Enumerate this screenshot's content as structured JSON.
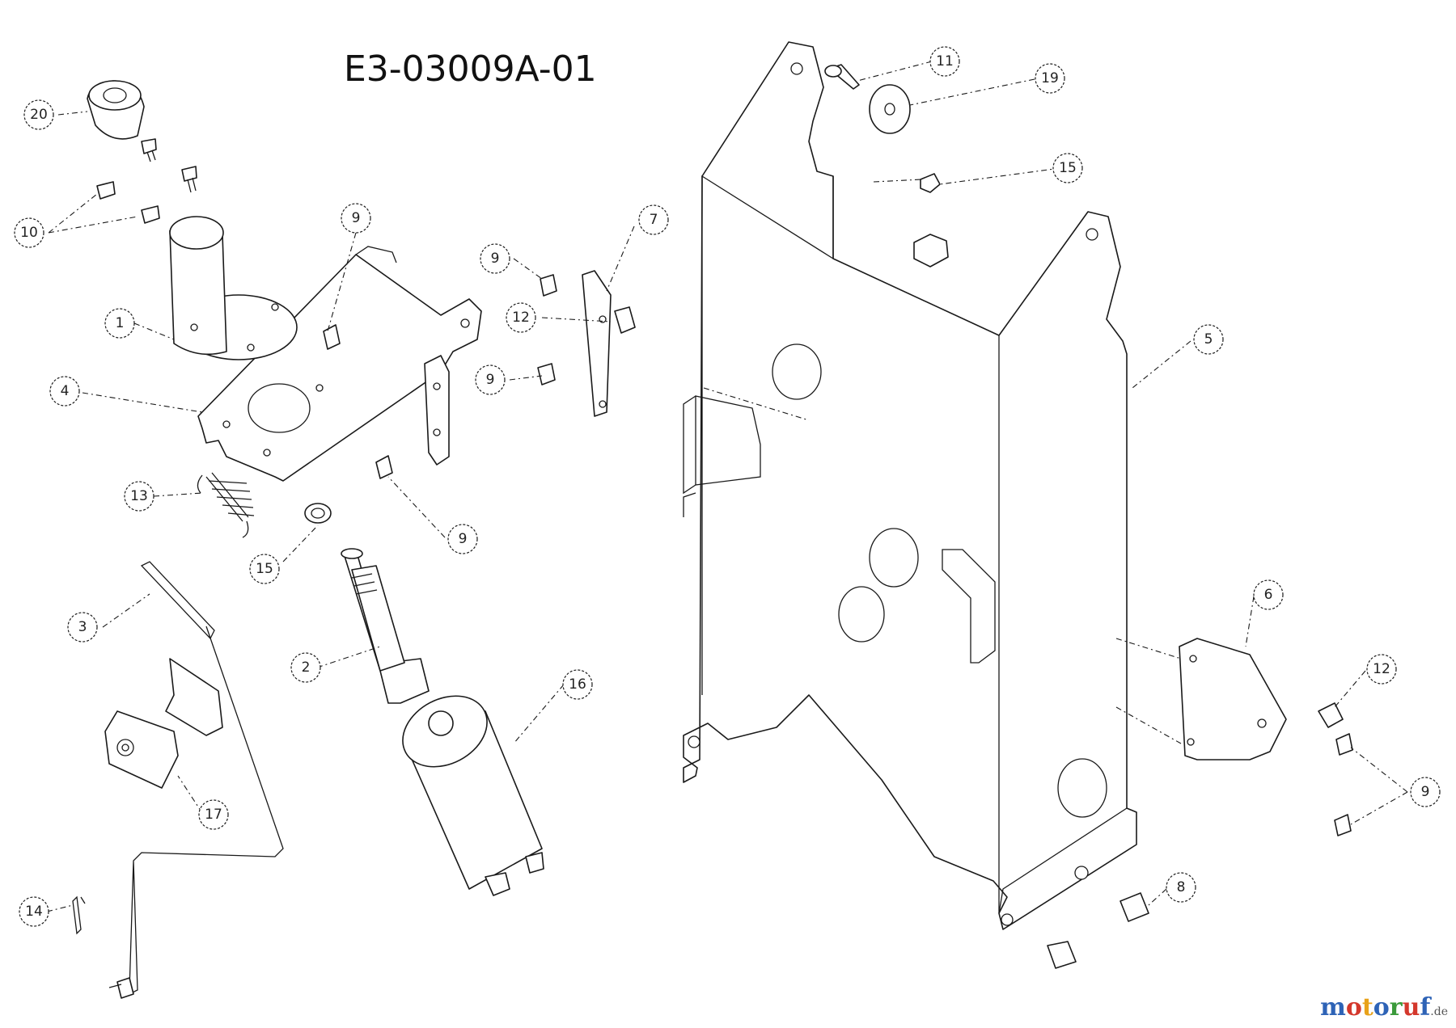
{
  "diagram": {
    "title": "E3-03009A-01",
    "callouts": [
      "1",
      "2",
      "3",
      "4",
      "5",
      "6",
      "7",
      "8",
      "9",
      "10",
      "11",
      "12",
      "13",
      "14",
      "15",
      "16",
      "17",
      "19",
      "20"
    ]
  },
  "watermark": {
    "text": "motoruf",
    "tld": ".de",
    "colors": [
      "#2e63b6",
      "#d4382c",
      "#e8a21a",
      "#2e63b6",
      "#3a9a3a",
      "#d4382c",
      "#2e63b6"
    ]
  },
  "colors": {
    "line": "#1a1a1a",
    "background": "#ffffff"
  }
}
